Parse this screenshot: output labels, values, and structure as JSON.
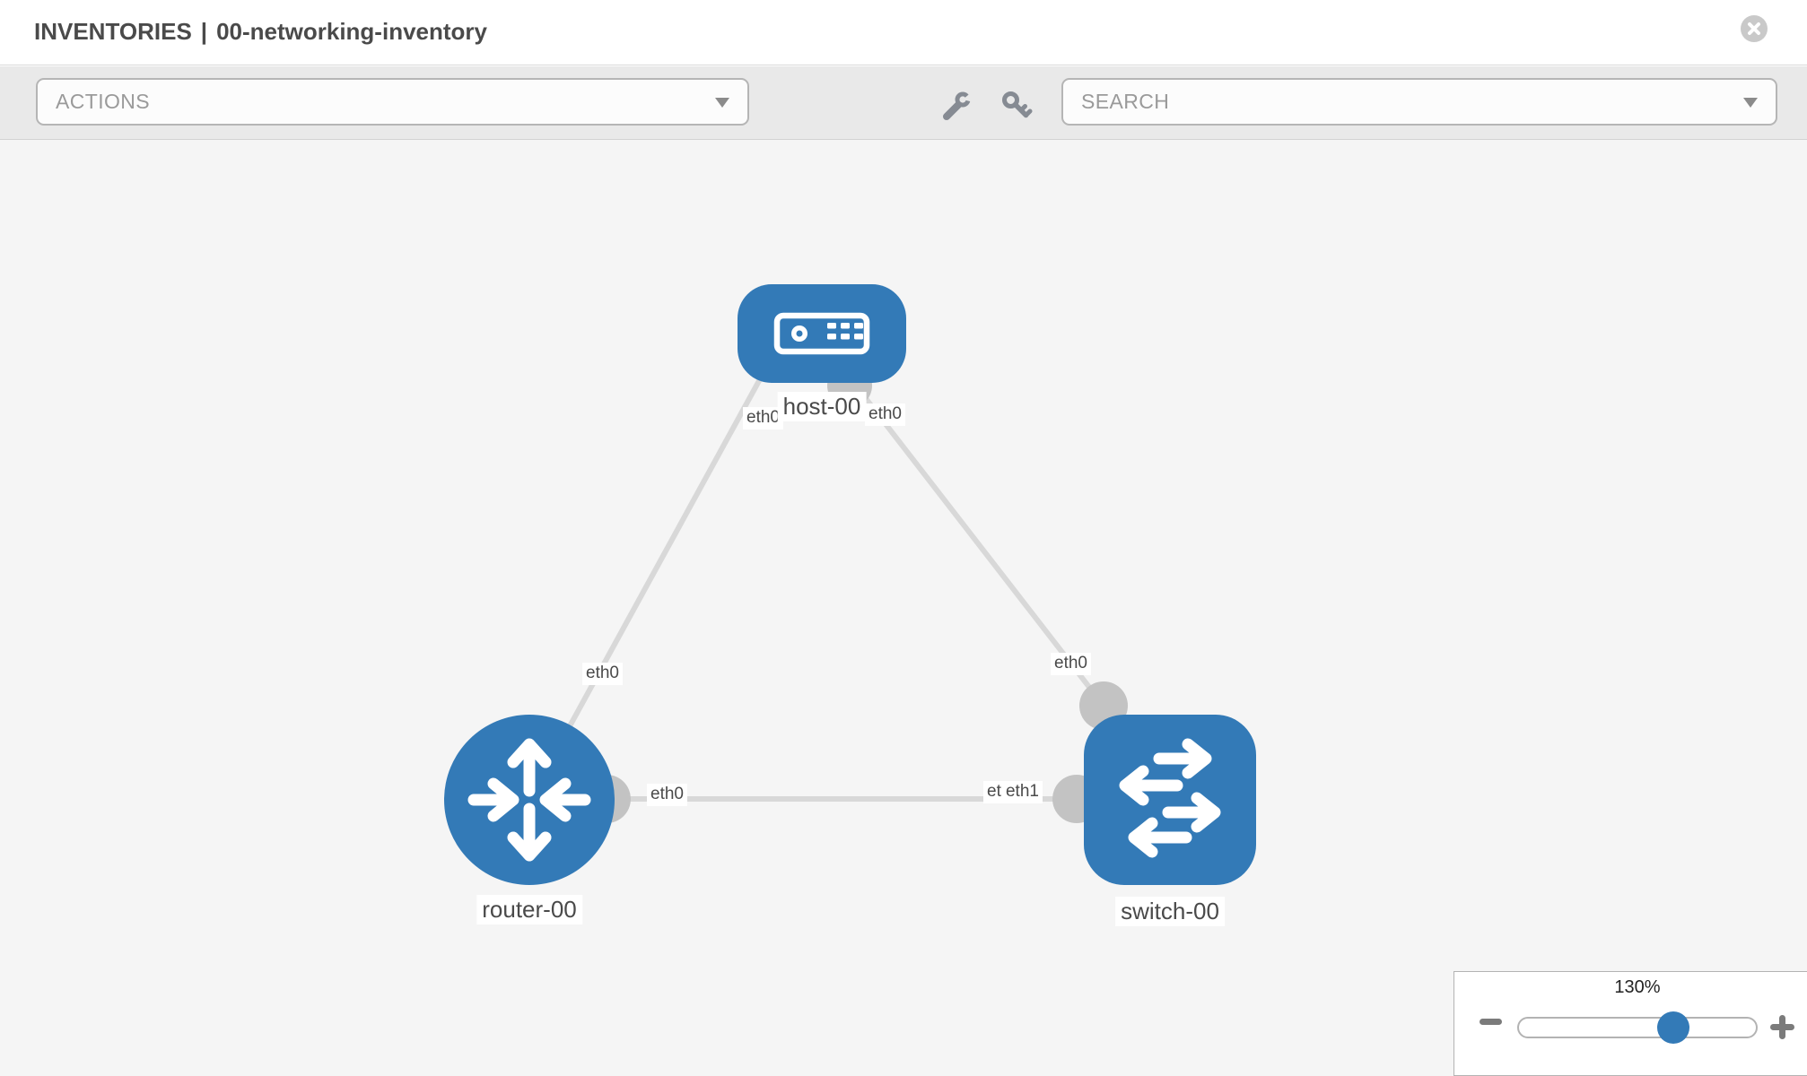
{
  "header": {
    "section": "INVENTORIES",
    "separator": "|",
    "inventory_name": "00-networking-inventory"
  },
  "toolbar": {
    "actions": {
      "label": "ACTIONS"
    },
    "search": {
      "placeholder": "SEARCH"
    },
    "tools": [
      {
        "icon": "wrench-icon"
      },
      {
        "icon": "key-icon"
      }
    ]
  },
  "canvas": {
    "nodes": [
      {
        "id": "host-00",
        "type": "host",
        "label": "host-00"
      },
      {
        "id": "router-00",
        "type": "router",
        "label": "router-00"
      },
      {
        "id": "switch-00",
        "type": "switch",
        "label": "switch-00"
      }
    ],
    "links": [
      {
        "from": "host-00",
        "from_interface": "eth0",
        "to": "router-00",
        "to_interface": "eth0"
      },
      {
        "from": "host-00",
        "from_interface": "eth0",
        "to": "switch-00",
        "to_interface": "eth0"
      },
      {
        "from": "router-00",
        "from_interface": "eth0",
        "to": "switch-00",
        "to_interface": "eth1"
      }
    ],
    "interface_label_text": {
      "eth0": "eth0",
      "eth1": "eth1"
    },
    "colors": {
      "node": "#337ab7",
      "link": "#d8d8d8",
      "interface_dot": "#c3c3c3",
      "background": "#f5f5f5"
    }
  },
  "zoom_panel": {
    "value": "130%",
    "percent": 130
  }
}
